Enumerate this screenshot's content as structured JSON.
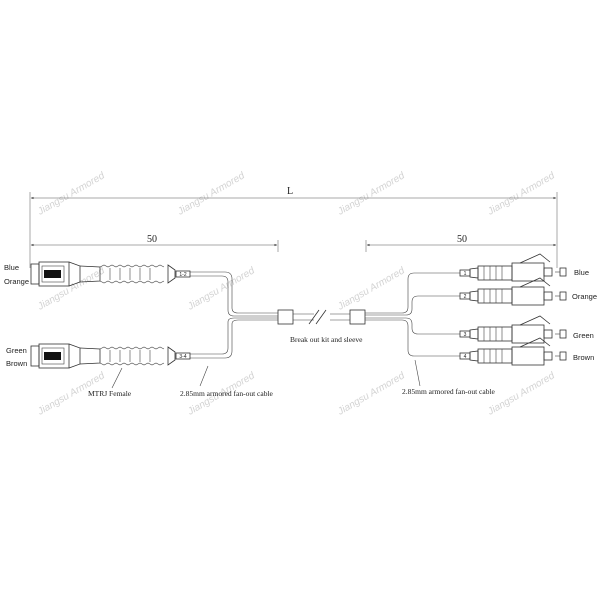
{
  "dimensions": {
    "total_length": "L",
    "left_breakout_length": "50",
    "right_breakout_length": "50"
  },
  "left_connectors": [
    {
      "colors": [
        "Blue",
        "Orange"
      ],
      "tag": "1-2"
    },
    {
      "colors": [
        "Green",
        "Brown"
      ],
      "tag": "3-4"
    }
  ],
  "left_connector_label": "MTRJ Female",
  "right_connectors": [
    {
      "tag": "1",
      "color": "Blue"
    },
    {
      "tag": "2",
      "color": "Orange"
    },
    {
      "tag": "3",
      "color": "Green"
    },
    {
      "tag": "4",
      "color": "Brown"
    }
  ],
  "labels": {
    "breakout": "Break out kit and sleeve",
    "left_cable": "2.85mm armored fan-out cable",
    "right_cable": "2.85mm armored fan-out cable"
  },
  "watermark": "Jiangsu Armored"
}
